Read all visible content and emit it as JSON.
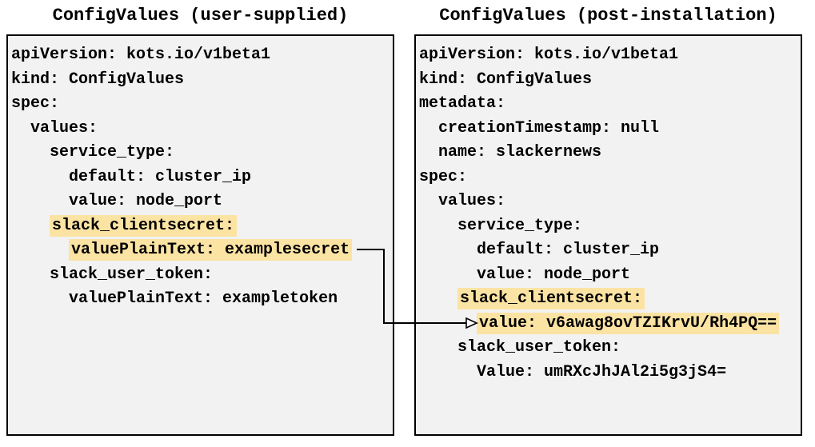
{
  "colors": {
    "highlight": "#fbe3a3",
    "panel_background": "#f2f2f2",
    "panel_border": "#000000",
    "arrow": "#000000"
  },
  "left_panel": {
    "title": "ConfigValues (user-supplied)",
    "lines": [
      {
        "indent": 0,
        "text": "apiVersion: kots.io/v1beta1",
        "highlight": false
      },
      {
        "indent": 0,
        "text": "kind: ConfigValues",
        "highlight": false
      },
      {
        "indent": 0,
        "text": "spec:",
        "highlight": false
      },
      {
        "indent": 2,
        "text": "values:",
        "highlight": false
      },
      {
        "indent": 4,
        "text": "service_type:",
        "highlight": false
      },
      {
        "indent": 6,
        "text": "default: cluster_ip",
        "highlight": false
      },
      {
        "indent": 6,
        "text": "value: node_port",
        "highlight": false
      },
      {
        "indent": 4,
        "text": "slack_clientsecret:",
        "highlight": true
      },
      {
        "indent": 6,
        "text": "valuePlainText: examplesecret",
        "highlight": true
      },
      {
        "indent": 4,
        "text": "slack_user_token:",
        "highlight": false
      },
      {
        "indent": 6,
        "text": "valuePlainText: exampletoken",
        "highlight": false
      }
    ]
  },
  "right_panel": {
    "title": "ConfigValues (post-installation)",
    "lines": [
      {
        "indent": 0,
        "text": "apiVersion: kots.io/v1beta1",
        "highlight": false
      },
      {
        "indent": 0,
        "text": "kind: ConfigValues",
        "highlight": false
      },
      {
        "indent": 0,
        "text": "metadata:",
        "highlight": false
      },
      {
        "indent": 2,
        "text": "creationTimestamp: null",
        "highlight": false
      },
      {
        "indent": 2,
        "text": "name: slackernews",
        "highlight": false
      },
      {
        "indent": 0,
        "text": "spec:",
        "highlight": false
      },
      {
        "indent": 2,
        "text": "values:",
        "highlight": false
      },
      {
        "indent": 4,
        "text": "service_type:",
        "highlight": false
      },
      {
        "indent": 6,
        "text": "default: cluster_ip",
        "highlight": false
      },
      {
        "indent": 6,
        "text": "value: node_port",
        "highlight": false
      },
      {
        "indent": 4,
        "text": "slack_clientsecret:",
        "highlight": true
      },
      {
        "indent": 6,
        "text": "value: v6awag8ovTZIKrvU/Rh4PQ==",
        "highlight": true
      },
      {
        "indent": 4,
        "text": "slack_user_token:",
        "highlight": false
      },
      {
        "indent": 6,
        "text": "Value: umRXcJhJAl2i5g3jS4=",
        "highlight": false
      }
    ]
  }
}
